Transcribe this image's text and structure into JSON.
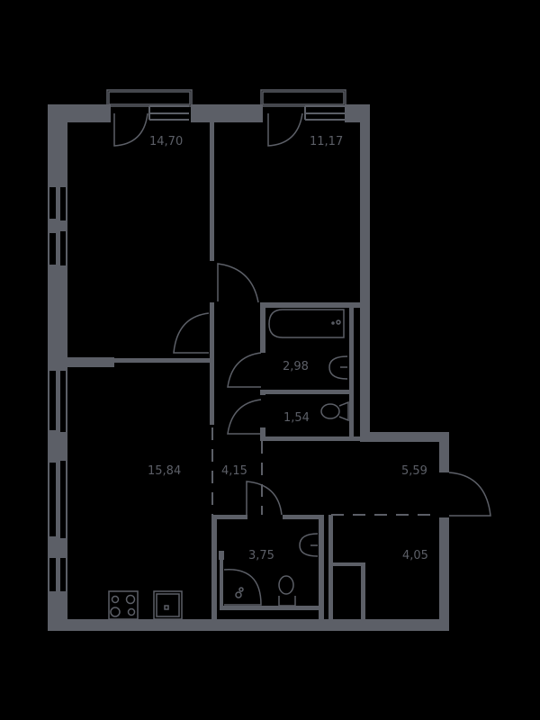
{
  "floor_plan": {
    "colors": {
      "background": "#000000",
      "walls": "#5c5f67"
    },
    "rooms": [
      {
        "id": "bedroom-1",
        "area": "14,70"
      },
      {
        "id": "bedroom-2",
        "area": "11,17"
      },
      {
        "id": "bathroom",
        "area": "2,98"
      },
      {
        "id": "toilet",
        "area": "1,54"
      },
      {
        "id": "living-kitchen",
        "area": "15,84"
      },
      {
        "id": "corridor",
        "area": "4,15"
      },
      {
        "id": "hallway",
        "area": "5,59"
      },
      {
        "id": "shower-room",
        "area": "3,75"
      },
      {
        "id": "entry-storage",
        "area": "4,05"
      }
    ],
    "fixtures": [
      "bathtub-icon",
      "sink-icon",
      "toilet-icon",
      "stove-icon",
      "oven-icon",
      "shower-icon"
    ]
  }
}
